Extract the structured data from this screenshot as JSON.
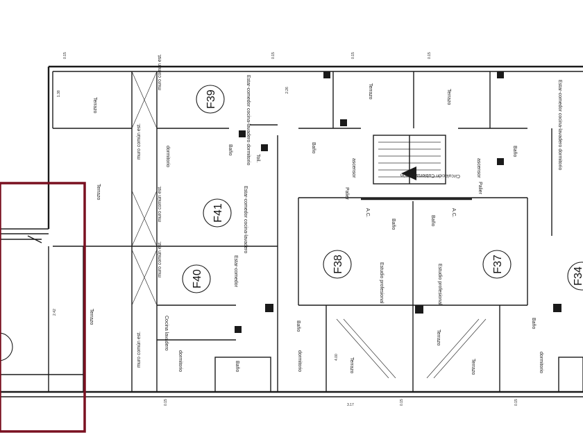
{
  "units": [
    {
      "id": "F39",
      "label": "F39"
    },
    {
      "id": "F41",
      "label": "F41"
    },
    {
      "id": "F40",
      "label": "F40"
    },
    {
      "id": "F38",
      "label": "F38"
    },
    {
      "id": "F37",
      "label": "F37"
    },
    {
      "id": "F34",
      "label": "F34"
    }
  ],
  "rooms": {
    "terrazo": "Terrazo",
    "bano": "Baño",
    "dormitorio": "dormitorio",
    "estar_comedor_cocina": "Estar-comedor cocina-lavadero",
    "estar_comedor_cocina_dorm": "Estar-comedor cocina-lavadero dormitorio",
    "estar_comedor": "Estar-comedor",
    "cocina_lavadero": "Cocina lavadero",
    "estudio": "Estudio profesional",
    "circulacion": "Circulación Cubierta común",
    "ascensor": "ascensor",
    "palier": "Palier",
    "muro": "muro común est.",
    "ac": "A.C.",
    "toil": "Toil."
  },
  "dims": {
    "d015": "0.15",
    "d317": "3.17",
    "d242": "2.42",
    "d400": "4.00",
    "d138": "1.38",
    "d226": "2.26"
  },
  "colors": {
    "wall": "#1a1a1a",
    "highlight": "#7a1020"
  }
}
